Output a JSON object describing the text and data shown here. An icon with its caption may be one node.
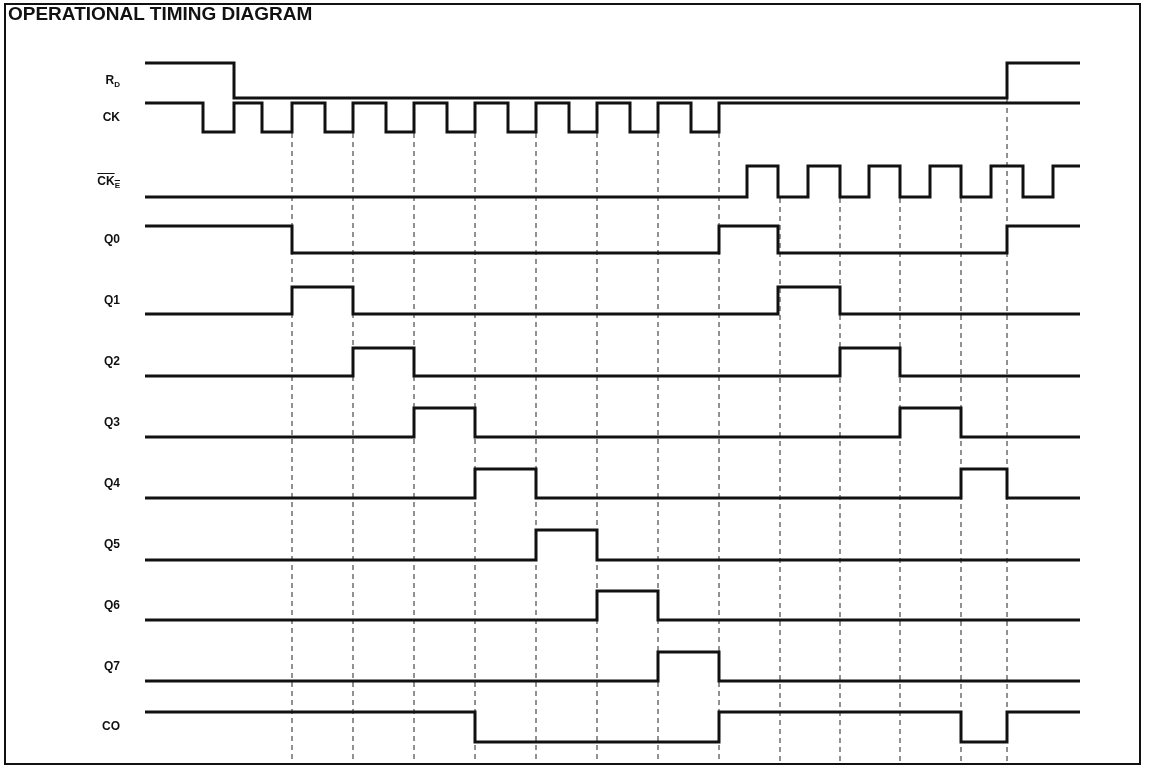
{
  "diagram": {
    "title": "OPERATIONAL TIMING DIAGRAM",
    "labels": [
      "R$_{D}$",
      "CK",
      "CK$_{E}$",
      "Q0",
      "Q1",
      "Q2",
      "Q3",
      "Q4",
      "Q5",
      "Q6",
      "Q7",
      "CO"
    ]
  }
}
